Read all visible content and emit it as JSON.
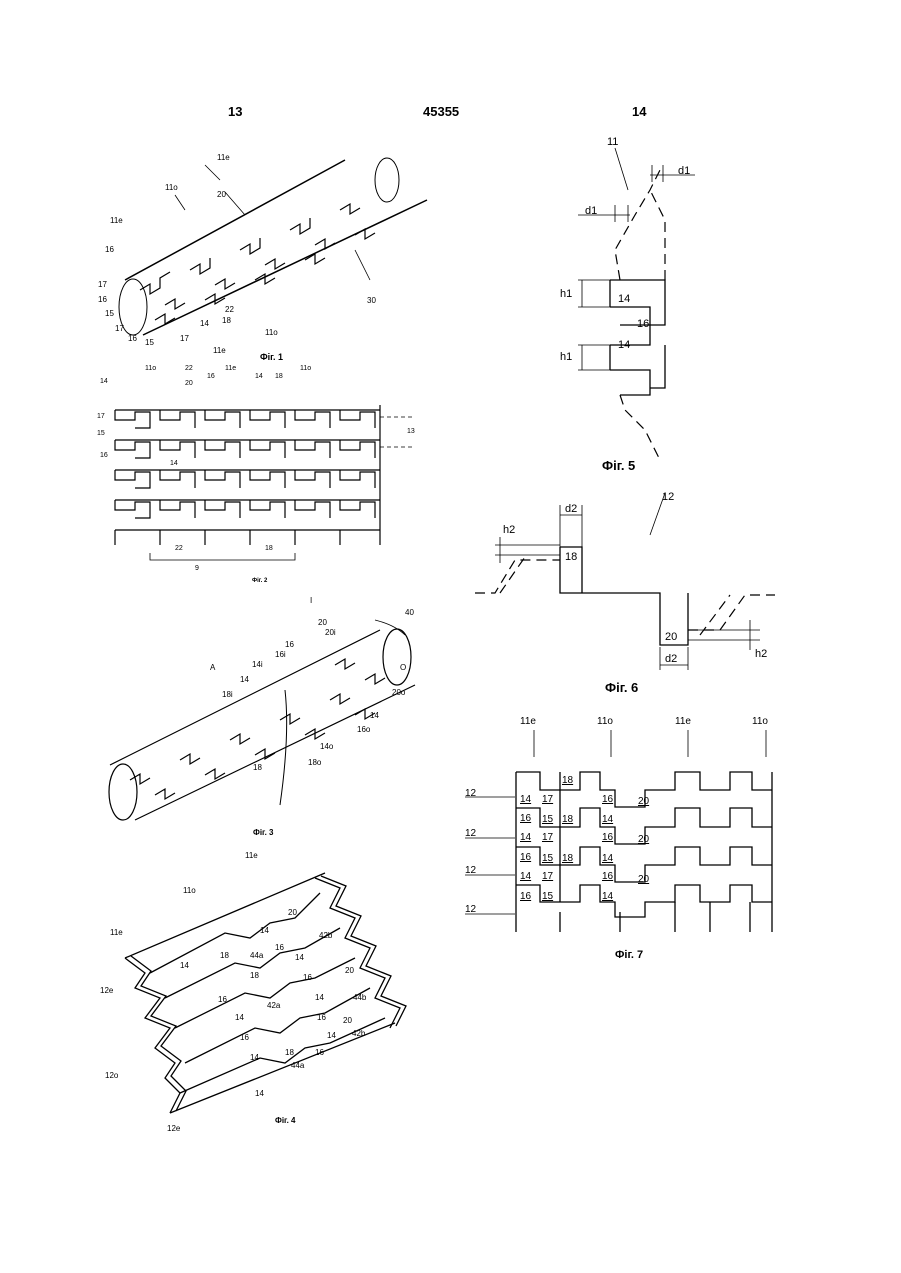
{
  "header": {
    "left_page": "13",
    "patent_number": "45355",
    "right_page": "14"
  },
  "figures": {
    "fig1": {
      "caption": "Фіг. 1",
      "labels": [
        "11e",
        "11o",
        "20",
        "11e",
        "16",
        "17",
        "16",
        "15",
        "17",
        "16",
        "15",
        "14",
        "22",
        "18",
        "17",
        "11e",
        "11o",
        "30"
      ]
    },
    "fig2": {
      "caption": "Фіг. 2",
      "labels": [
        "11o",
        "22",
        "16",
        "11e",
        "14",
        "18",
        "11o",
        "14",
        "20",
        "17",
        "15",
        "16",
        "14",
        "13",
        "22",
        "18",
        "9"
      ]
    },
    "fig3": {
      "caption": "Фіг. 3",
      "labels": [
        "I",
        "20",
        "20i",
        "16",
        "40",
        "16i",
        "A",
        "14i",
        "O",
        "14",
        "18i",
        "20o",
        "14",
        "16o",
        "14o",
        "18",
        "18o"
      ]
    },
    "fig4": {
      "caption": "Фіг. 4",
      "labels": [
        "11e",
        "11o",
        "11e",
        "20",
        "42b",
        "14",
        "16",
        "18",
        "44a",
        "14",
        "14",
        "12e",
        "18",
        "16",
        "20",
        "16",
        "42a",
        "14",
        "44b",
        "14",
        "20",
        "16",
        "14",
        "12o",
        "16",
        "42b",
        "14",
        "18",
        "16",
        "44a",
        "14",
        "12e"
      ]
    },
    "fig5": {
      "caption": "Фіг. 5",
      "labels": [
        "11",
        "d1",
        "d1",
        "h1",
        "14",
        "16",
        "h1",
        "14"
      ]
    },
    "fig6": {
      "caption": "Фіг. 6",
      "labels": [
        "12",
        "d2",
        "h2",
        "18",
        "20",
        "d2",
        "h2"
      ]
    },
    "fig7": {
      "caption": "Фіг. 7",
      "column_labels": [
        "11e",
        "11o",
        "11e",
        "11o"
      ],
      "row_labels": [
        "12",
        "12",
        "12",
        "12"
      ],
      "cells": [
        "18",
        "14",
        "17",
        "16",
        "20",
        "16",
        "15",
        "18",
        "14",
        "14",
        "17",
        "16",
        "20",
        "16",
        "15",
        "18",
        "14",
        "14",
        "17",
        "16",
        "20",
        "16",
        "15",
        "14"
      ]
    }
  }
}
